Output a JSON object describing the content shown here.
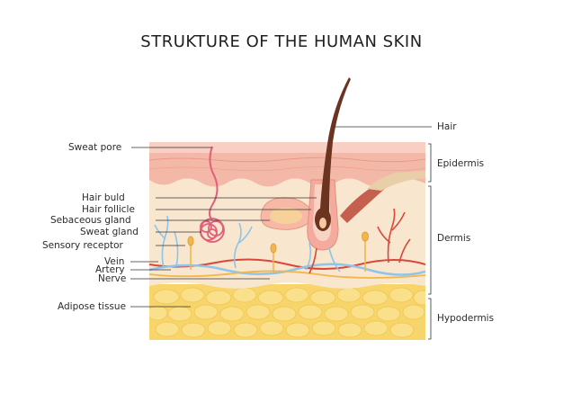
{
  "title": "STRUKTURE OF THE HUMAN SKIN",
  "left_labels": [
    {
      "id": "sweat-pore",
      "text": "Sweat pore"
    },
    {
      "id": "hair-buld",
      "text": "Hair buld"
    },
    {
      "id": "hair-follicle",
      "text": "Hair follicle"
    },
    {
      "id": "sebaceous-gland",
      "text": "Sebaceous gland"
    },
    {
      "id": "sweat-gland",
      "text": "Sweat gland"
    },
    {
      "id": "sensory-receptor",
      "text": "Sensory receptor"
    },
    {
      "id": "vein",
      "text": "Vein"
    },
    {
      "id": "artery",
      "text": "Artery"
    },
    {
      "id": "nerve",
      "text": "Nerve"
    },
    {
      "id": "adipose-tissue",
      "text": "Adipose tissue"
    }
  ],
  "right_labels": [
    {
      "id": "hair",
      "text": "Hair"
    },
    {
      "id": "epidermis",
      "text": "Epidermis"
    },
    {
      "id": "dermis",
      "text": "Dermis"
    },
    {
      "id": "hypodermis",
      "text": "Hypodermis"
    }
  ],
  "colors": {
    "epidermis": "#f4b8a8",
    "epidermis_top": "#f9cfc3",
    "dermis": "#f8e6cf",
    "hypodermis": "#f7d56b",
    "fat_cell": "#fae08a",
    "hair": "#6b3420",
    "artery": "#d9473a",
    "vein": "#8ec5e8",
    "nerve": "#f2b64a"
  }
}
